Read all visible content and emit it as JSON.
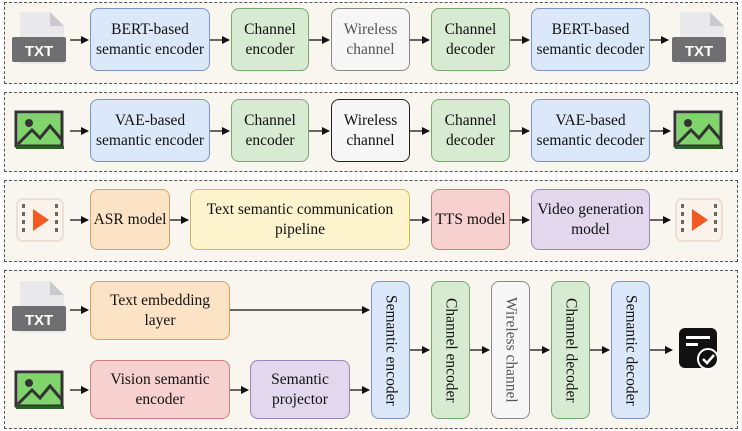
{
  "rows": [
    {
      "boxes": [
        {
          "label": "BERT-based semantic encoder"
        },
        {
          "label": "Channel encoder"
        },
        {
          "label": "Wireless channel"
        },
        {
          "label": "Channel decoder"
        },
        {
          "label": "BERT-based semantic decoder"
        }
      ],
      "input_icon": "txt-file-icon",
      "output_icon": "txt-file-icon"
    },
    {
      "boxes": [
        {
          "label": "VAE-based semantic encoder"
        },
        {
          "label": "Channel encoder"
        },
        {
          "label": "Wireless channel"
        },
        {
          "label": "Channel decoder"
        },
        {
          "label": "VAE-based semantic decoder"
        }
      ],
      "input_icon": "image-icon",
      "output_icon": "image-icon"
    },
    {
      "boxes": [
        {
          "label": "ASR model"
        },
        {
          "label": "Text semantic communication pipeline"
        },
        {
          "label": "TTS model"
        },
        {
          "label": "Video generation model"
        }
      ],
      "input_icon": "video-icon",
      "output_icon": "video-icon"
    },
    {
      "boxes": [
        {
          "label": "Text embedding layer"
        },
        {
          "label": "Vision semantic encoder"
        },
        {
          "label": "Semantic projector"
        },
        {
          "label": "Semantic encoder"
        },
        {
          "label": "Channel encoder"
        },
        {
          "label": "Wireless channel"
        },
        {
          "label": "Channel decoder"
        },
        {
          "label": "Semantic decoder"
        }
      ],
      "input_icons": [
        "txt-file-icon",
        "image-icon"
      ],
      "output_icon": "task-result-icon"
    }
  ],
  "file_badge": "TXT",
  "colors": {
    "semantic": "#dbe8fa",
    "channel": "#d7ebd2",
    "wireless": "#f6f6f6",
    "asr": "#fde3c6",
    "pipeline": "#fdf3cc",
    "vision": "#f6d1cf",
    "projector": "#e2d7ec"
  }
}
